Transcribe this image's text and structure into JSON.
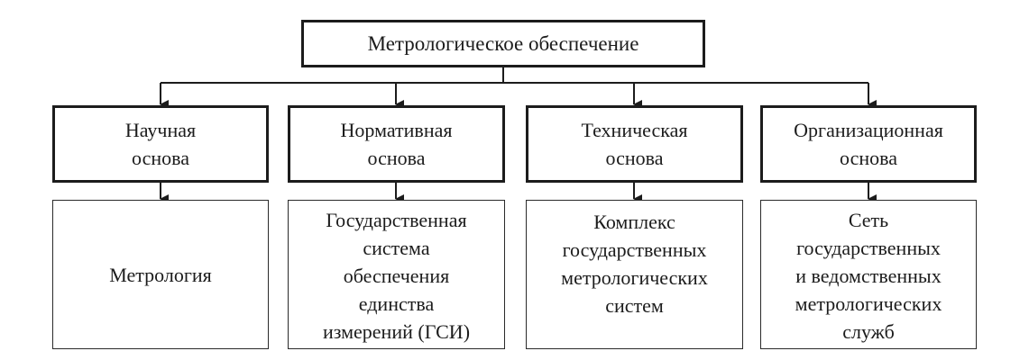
{
  "root": {
    "label": "Метрологическое обеспечение"
  },
  "categories": [
    {
      "label": "Научная\nоснова"
    },
    {
      "label": "Нормативная\nоснова"
    },
    {
      "label": "Техническая\nоснова"
    },
    {
      "label": "Организационная\nоснова"
    }
  ],
  "leaves": [
    {
      "label": "Метрология"
    },
    {
      "label": "Государственная\nсистема\nобеспечения\nединства\nизмерений (ГСИ)"
    },
    {
      "label": "Комплекс\nгосударственных\nметрологических\nсистем"
    },
    {
      "label": "Сеть\nгосударственных\nи ведомственных\nметрологических\nслужб"
    }
  ],
  "colors": {
    "line": "#1c1c1c",
    "background": "#ffffff"
  }
}
